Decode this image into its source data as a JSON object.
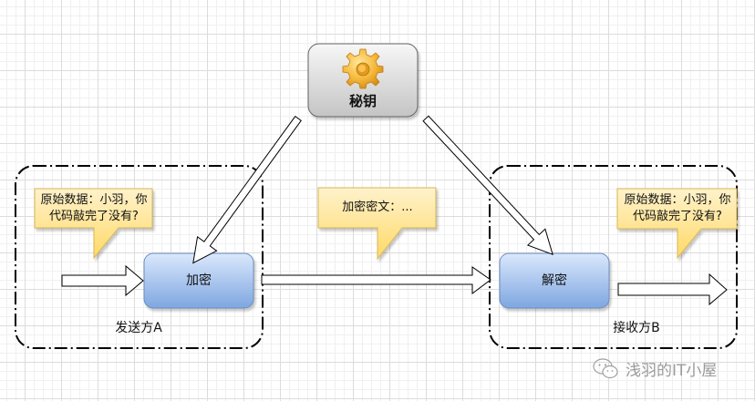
{
  "diagram": {
    "key_node": {
      "label": "秘钥",
      "icon": "gear-icon"
    },
    "encrypt_node": {
      "label": "加密"
    },
    "decrypt_node": {
      "label": "解密"
    },
    "sender_group": {
      "label": "发送方A"
    },
    "receiver_group": {
      "label": "接收方B"
    },
    "callouts": {
      "original_sender": {
        "line1": "原始数据：小羽，你",
        "line2": "代码敲完了没有?"
      },
      "ciphertext": {
        "line1": "加密密文：..."
      },
      "original_receiver": {
        "line1": "原始数据：小羽，你",
        "line2": "代码敲完了没有?"
      }
    },
    "colors": {
      "callout_fill": "#ffe28a",
      "callout_stroke": "#d6b656",
      "process_fill": "#a9c4eb",
      "process_stroke": "#6c8ebf",
      "key_fill": "#d9d9d9",
      "key_stroke": "#666666"
    }
  },
  "watermark": {
    "text": "浅羽的IT小屋",
    "icon": "wechat-icon"
  }
}
